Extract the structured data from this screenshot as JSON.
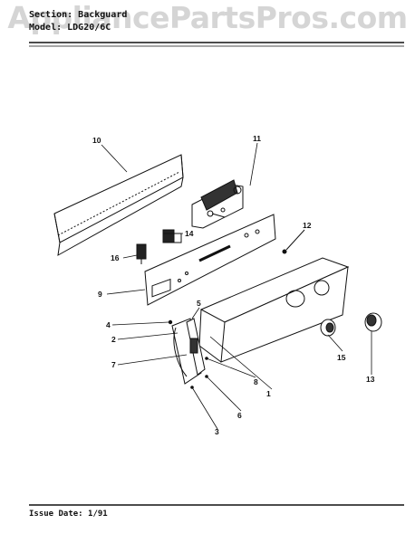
{
  "header": {
    "line1": "Section: Backguard",
    "line2": "Model: LDG20/6C"
  },
  "watermark": "AppliancePartsPros.com",
  "footer": {
    "issue": "Issue Date: 1/91"
  },
  "callouts": [
    "10",
    "11",
    "12",
    "14",
    "16",
    "9",
    "5",
    "4",
    "2",
    "7",
    "8",
    "1",
    "6",
    "3",
    "15",
    "13"
  ],
  "colors": {
    "ink": "#111111",
    "watermark": "#969696"
  }
}
